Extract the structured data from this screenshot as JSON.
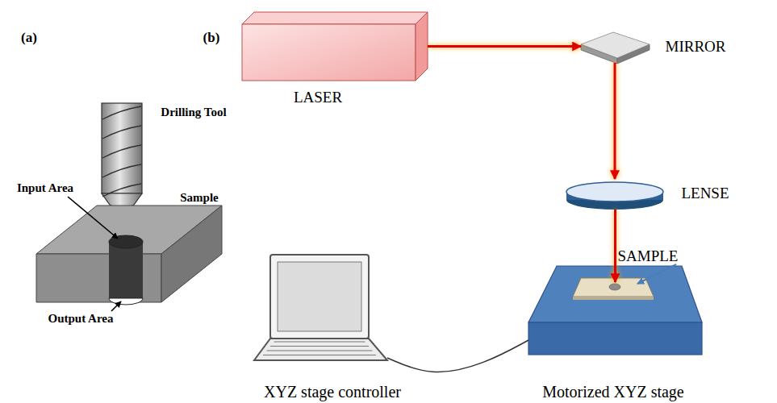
{
  "diagram": {
    "nodes": [
      {
        "text": [
          "LASER"
        ]
      },
      {
        "text": [
          "MIRROR"
        ]
      },
      {
        "text": [
          "LENSE"
        ]
      },
      {
        "text": [
          "XYZ stage controller"
        ]
      },
      {
        "text": [
          "Motorized XYZ stage"
        ]
      }
    ],
    "edges": [
      {
        "from": 0,
        "to": 1,
        "arrow": "to"
      },
      {
        "from": 1,
        "to": 2,
        "arrow": "to"
      },
      {
        "from": 2,
        "to": 4,
        "arrow": "to"
      },
      {
        "from": 3,
        "to": 4,
        "arrow": "none"
      }
    ],
    "labels": [
      "(a)",
      "(b)",
      "Drilling Tool",
      "Input Area",
      "Sample",
      "Output Area",
      "SAMPLE"
    ]
  }
}
